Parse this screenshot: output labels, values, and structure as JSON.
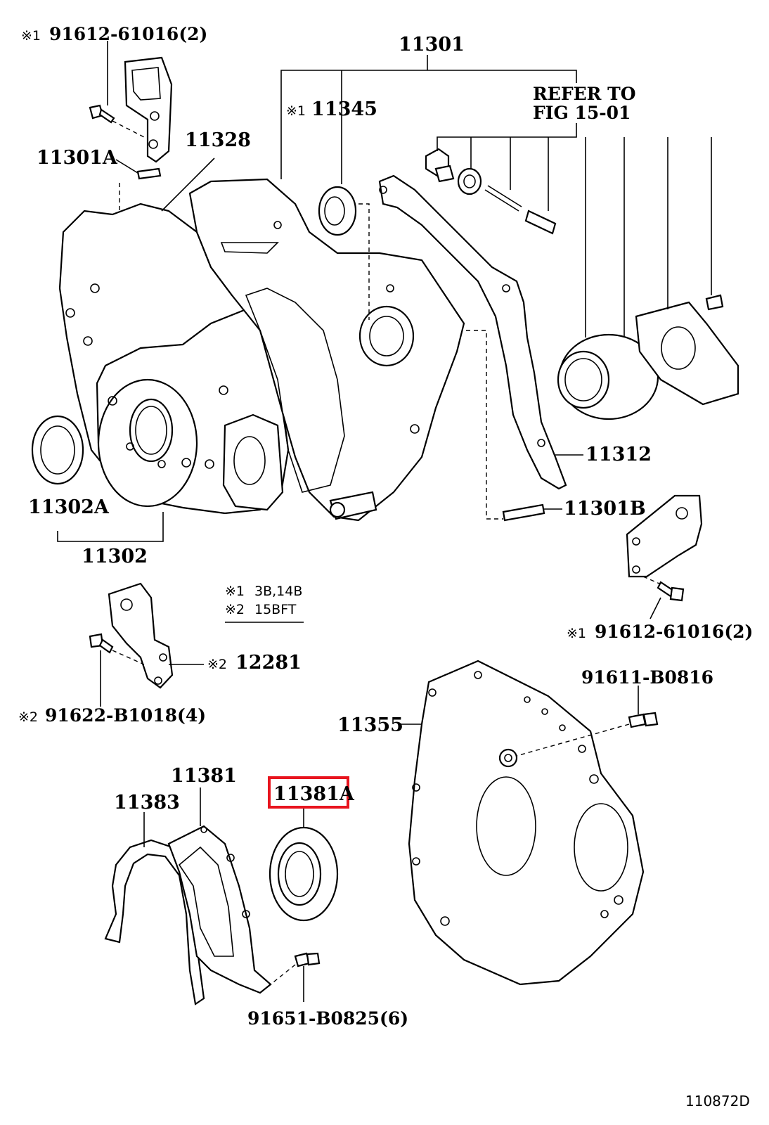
{
  "labels": {
    "bolt_top_left": {
      "mark": "※1",
      "text": "91612-61016(2)"
    },
    "timing_cover_assy": {
      "text": "11301"
    },
    "refer_line1": {
      "text": "REFER TO"
    },
    "refer_line2": {
      "text": "FIG 15-01"
    },
    "seal_11345": {
      "mark": "※1",
      "text": "11345"
    },
    "stud_11301a": {
      "text": "11301A"
    },
    "gasket_11328": {
      "text": "11328"
    },
    "gasket_11312": {
      "text": "11312"
    },
    "seal_11302a": {
      "text": "11302A"
    },
    "stud_11301b": {
      "text": "11301B"
    },
    "cover_11302": {
      "text": "11302"
    },
    "note_1": {
      "mark": "※1",
      "text": "3B,14B"
    },
    "note_2": {
      "mark": "※2",
      "text": "15BFT"
    },
    "bolt_right": {
      "mark": "※1",
      "text": "91612-61016(2)"
    },
    "bracket_12281": {
      "mark": "※2",
      "text": "12281"
    },
    "bolt_left_mid": {
      "mark": "※2",
      "text": "91622-B1018(4)"
    },
    "bolt_91611": {
      "text": "91611-B0816"
    },
    "plate_11355": {
      "text": "11355"
    },
    "retainer_11381": {
      "text": "11381"
    },
    "gasket_11383": {
      "text": "11383"
    },
    "rear_seal_11381a": {
      "text": "11381A"
    },
    "bolt_91651": {
      "text": "91651-B0825(6)"
    },
    "figure_code": {
      "text": "110872D"
    }
  },
  "highlight_color": "#e8141e"
}
